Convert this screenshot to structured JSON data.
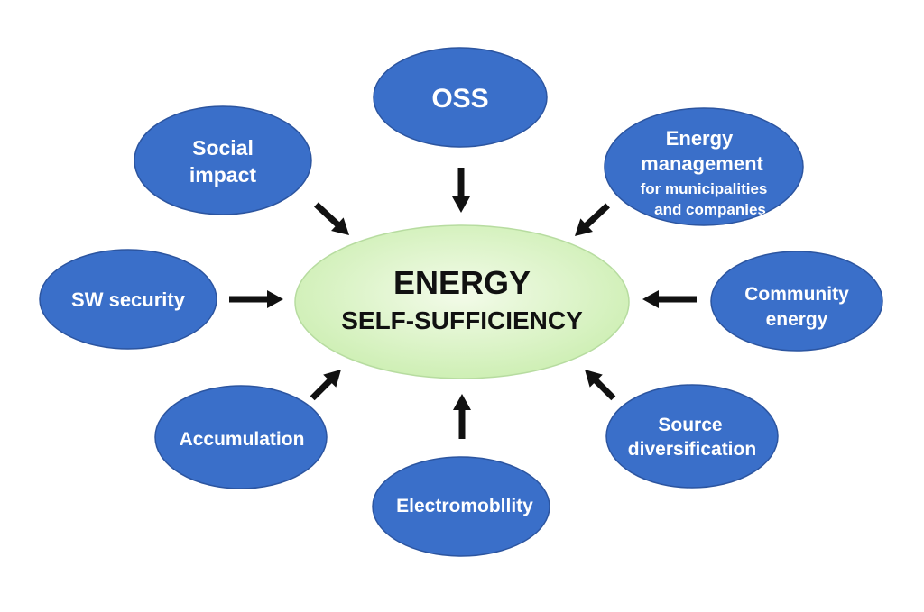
{
  "colors": {
    "node_fill": "#3a6fc9",
    "node_stroke": "#2c55a0",
    "center_fill_inner": "#f3fbe9",
    "center_fill_outer": "#cbeeb0",
    "center_stroke": "#b7dca0",
    "arrow": "#111111"
  },
  "center": {
    "line1": "ENERGY",
    "line2": "SELF-SUFFICIENCY"
  },
  "nodes": {
    "oss": {
      "lines": [
        "OSS"
      ]
    },
    "social_impact": {
      "lines": [
        "Social",
        "impact"
      ]
    },
    "energy_management": {
      "lines": [
        "Energy",
        "management",
        "for municipalities",
        "and companies"
      ]
    },
    "sw_security": {
      "lines": [
        "SW security"
      ]
    },
    "community_energy": {
      "lines": [
        "Community",
        "energy"
      ]
    },
    "accumulation": {
      "lines": [
        "Accumulation"
      ]
    },
    "source_diversification": {
      "lines": [
        "Source",
        "diversification"
      ]
    },
    "electromobility": {
      "lines": [
        "Electromobllity"
      ]
    }
  }
}
